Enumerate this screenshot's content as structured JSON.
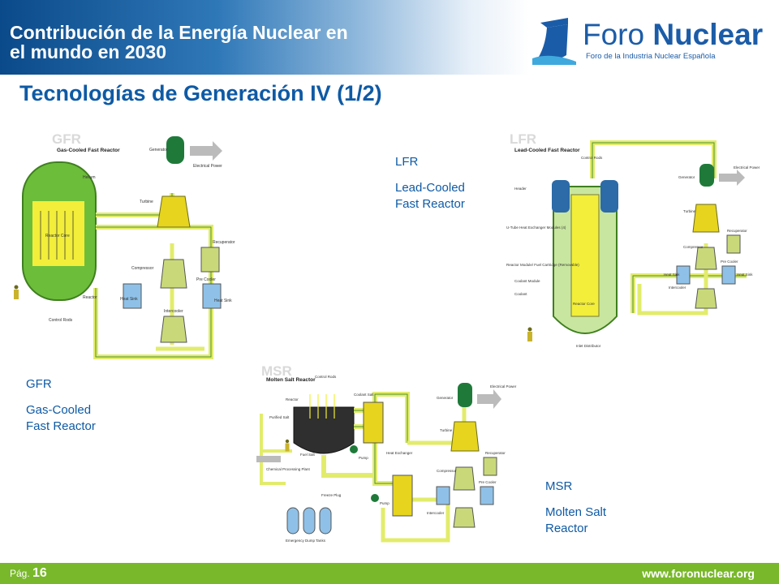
{
  "header": {
    "title_line1": "Contribución de la Energía Nuclear en",
    "title_line2": "el mundo en 2030"
  },
  "logo": {
    "name_part1": "Foro ",
    "name_part2": "Nuclear",
    "subtitle": "Foro de la Industria Nuclear Española"
  },
  "slide": {
    "title": "Tecnologías de Generación IV (1/2)"
  },
  "reactors": [
    {
      "abbr": "GFR",
      "name_line1": "Gas-Cooled",
      "name_line2": "Fast Reactor",
      "diagram_tag": "GFR",
      "diagram_title": "Gas-Cooled Fast Reactor"
    },
    {
      "abbr": "LFR",
      "name_line1": "Lead-Cooled",
      "name_line2": "Fast Reactor",
      "diagram_tag": "LFR",
      "diagram_title": "Lead-Cooled Fast Reactor"
    },
    {
      "abbr": "MSR",
      "name_line1": "Molten Salt",
      "name_line2": "Reactor",
      "diagram_tag": "MSR",
      "diagram_title": "Molten Salt Reactor"
    }
  ],
  "diagram_labels": {
    "generator": "Generator",
    "electrical_power": "Electrical Power",
    "turbine": "Turbine",
    "recuperator": "Recuperator",
    "compressor": "Compressor",
    "heat_sink": "Heat Sink",
    "pre_cooler": "Pre Cooler",
    "intercooler": "Intercooler",
    "helium": "Helium",
    "reactor_core": "Reactor Core",
    "reactor": "Reactor",
    "control_rods": "Control Rods",
    "header": "Header",
    "coolant": "Coolant",
    "coolant_module": "Coolant Module",
    "inlet_distributor": "Inlet Distributor",
    "u_tube": "U-Tube Heat Exchanger Modules (4)",
    "reactor_module": "Reactor Module/ Fuel Cartridge (Removable)",
    "coolant_salt": "Coolant Salt",
    "purified_salt": "Purified Salt",
    "fuel_salt": "Fuel Salt",
    "pump": "Pump",
    "heat_exchanger": "Heat Exchanger",
    "chemical_plant": "Chemical Processing Plant",
    "freeze_plug": "Freeze Plug",
    "emergency_tanks": "Emergency Dump Tanks"
  },
  "footer": {
    "page_prefix": "Pág. ",
    "page_number": "16",
    "url": "www.foronuclear.org"
  },
  "colors": {
    "title_blue": "#0e5aa5",
    "footer_green": "#78b82a",
    "pipe_yellow": "#e2ec6c",
    "vessel_green": "#6cbd3a",
    "pipe_outline": "#4f8f2a"
  }
}
